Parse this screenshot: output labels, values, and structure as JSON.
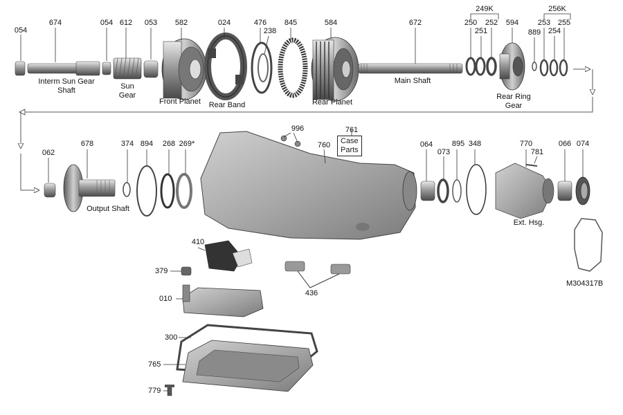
{
  "diagram": {
    "id": "M304317B",
    "callouts": [
      {
        "key": "n054a",
        "text": "054"
      },
      {
        "key": "n674",
        "text": "674"
      },
      {
        "key": "n054b",
        "text": "054"
      },
      {
        "key": "n612",
        "text": "612"
      },
      {
        "key": "n053",
        "text": "053"
      },
      {
        "key": "n582",
        "text": "582"
      },
      {
        "key": "n024",
        "text": "024"
      },
      {
        "key": "n476",
        "text": "476"
      },
      {
        "key": "n238",
        "text": "238"
      },
      {
        "key": "n845",
        "text": "845"
      },
      {
        "key": "n584",
        "text": "584"
      },
      {
        "key": "n672",
        "text": "672"
      },
      {
        "key": "n249K",
        "text": "249K"
      },
      {
        "key": "n250",
        "text": "250"
      },
      {
        "key": "n251",
        "text": "251"
      },
      {
        "key": "n252",
        "text": "252"
      },
      {
        "key": "n594",
        "text": "594"
      },
      {
        "key": "n889",
        "text": "889"
      },
      {
        "key": "n256K",
        "text": "256K"
      },
      {
        "key": "n253",
        "text": "253"
      },
      {
        "key": "n254",
        "text": "254"
      },
      {
        "key": "n255",
        "text": "255"
      },
      {
        "key": "n062",
        "text": "062"
      },
      {
        "key": "n678",
        "text": "678"
      },
      {
        "key": "n374",
        "text": "374"
      },
      {
        "key": "n894",
        "text": "894"
      },
      {
        "key": "n268",
        "text": "268"
      },
      {
        "key": "n269",
        "text": "269*"
      },
      {
        "key": "n996",
        "text": "996"
      },
      {
        "key": "n761",
        "text": "761"
      },
      {
        "key": "n760",
        "text": "760"
      },
      {
        "key": "n064",
        "text": "064"
      },
      {
        "key": "n073",
        "text": "073"
      },
      {
        "key": "n895",
        "text": "895"
      },
      {
        "key": "n348",
        "text": "348"
      },
      {
        "key": "n770",
        "text": "770"
      },
      {
        "key": "n781",
        "text": "781"
      },
      {
        "key": "n066",
        "text": "066"
      },
      {
        "key": "n074",
        "text": "074"
      },
      {
        "key": "n410",
        "text": "410"
      },
      {
        "key": "n379",
        "text": "379"
      },
      {
        "key": "n436",
        "text": "436"
      },
      {
        "key": "n010",
        "text": "010"
      },
      {
        "key": "n300",
        "text": "300"
      },
      {
        "key": "n765",
        "text": "765"
      },
      {
        "key": "n779",
        "text": "779"
      }
    ],
    "names": {
      "interm_sun_gear_shaft": "Interm Sun Gear\nShaft",
      "sun_gear": "Sun\nGear",
      "front_planet": "Front Planet",
      "rear_band": "Rear Band",
      "rear_planet": "Rear Planet",
      "main_shaft": "Main Shaft",
      "rear_ring_gear": "Rear Ring\nGear",
      "output_shaft": "Output  Shaft",
      "case_parts": "Case\nParts",
      "ext_hsg": "Ext. Hsg."
    }
  }
}
